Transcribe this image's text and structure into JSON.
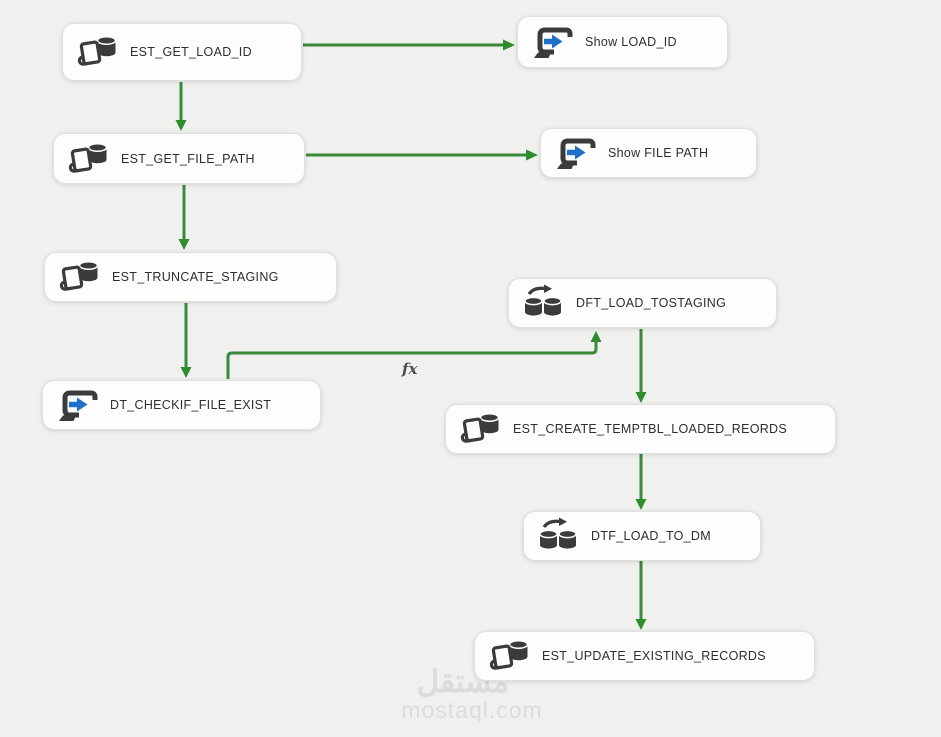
{
  "diagram": {
    "kind": "ssis-control-flow",
    "expression_label": "fx",
    "watermark": {
      "arabic": "مستقل",
      "site": "mostaql.com"
    }
  },
  "nodes": [
    {
      "id": "EST_GET_LOAD_ID",
      "label": "EST_GET_LOAD_ID",
      "task_type": "execute-sql-task"
    },
    {
      "id": "Show LOAD_ID",
      "label": "Show LOAD_ID",
      "task_type": "script-task"
    },
    {
      "id": "EST_GET_FILE_PATH",
      "label": "EST_GET_FILE_PATH",
      "task_type": "execute-sql-task"
    },
    {
      "id": "Show FILE PATH",
      "label": "Show FILE PATH",
      "task_type": "script-task"
    },
    {
      "id": "EST_TRUNCATE_STAGING",
      "label": "EST_TRUNCATE_STAGING",
      "task_type": "execute-sql-task"
    },
    {
      "id": "DFT_LOAD_TOSTAGING",
      "label": "DFT_LOAD_TOSTAGING",
      "task_type": "data-flow-task"
    },
    {
      "id": "DT_CHECKIF_FILE_EXIST",
      "label": "DT_CHECKIF_FILE_EXIST",
      "task_type": "script-task"
    },
    {
      "id": "EST_CREATE_TEMPTBL_LOADED_REORDS",
      "label": "EST_CREATE_TEMPTBL_LOADED_REORDS",
      "task_type": "execute-sql-task"
    },
    {
      "id": "DTF_LOAD_TO_DM",
      "label": "DTF_LOAD_TO_DM",
      "task_type": "data-flow-task"
    },
    {
      "id": "EST_UPDATE_EXISTING_RECORDS",
      "label": "EST_UPDATE_EXISTING_RECORDS",
      "task_type": "execute-sql-task"
    }
  ],
  "connectors": [
    {
      "from": "EST_GET_LOAD_ID",
      "to": "Show LOAD_ID",
      "type": "success"
    },
    {
      "from": "EST_GET_LOAD_ID",
      "to": "EST_GET_FILE_PATH",
      "type": "success"
    },
    {
      "from": "EST_GET_FILE_PATH",
      "to": "Show FILE PATH",
      "type": "success"
    },
    {
      "from": "EST_GET_FILE_PATH",
      "to": "EST_TRUNCATE_STAGING",
      "type": "success"
    },
    {
      "from": "EST_TRUNCATE_STAGING",
      "to": "DT_CHECKIF_FILE_EXIST",
      "type": "success"
    },
    {
      "from": "DT_CHECKIF_FILE_EXIST",
      "to": "DFT_LOAD_TOSTAGING",
      "type": "success-with-expression"
    },
    {
      "from": "DFT_LOAD_TOSTAGING",
      "to": "EST_CREATE_TEMPTBL_LOADED_REORDS",
      "type": "success"
    },
    {
      "from": "EST_CREATE_TEMPTBL_LOADED_REORDS",
      "to": "DTF_LOAD_TO_DM",
      "type": "success"
    },
    {
      "from": "DTF_LOAD_TO_DM",
      "to": "EST_UPDATE_EXISTING_RECORDS",
      "type": "success"
    }
  ],
  "colors": {
    "canvas_background": "#f0f0ee",
    "connector_green": "#2e8b2e",
    "node_background": "#fdfdfd",
    "node_border": "#e0e0de",
    "icon_dark": "#3b3b3b",
    "icon_blue": "#1e6fc8",
    "watermark": "#dcdcda"
  }
}
